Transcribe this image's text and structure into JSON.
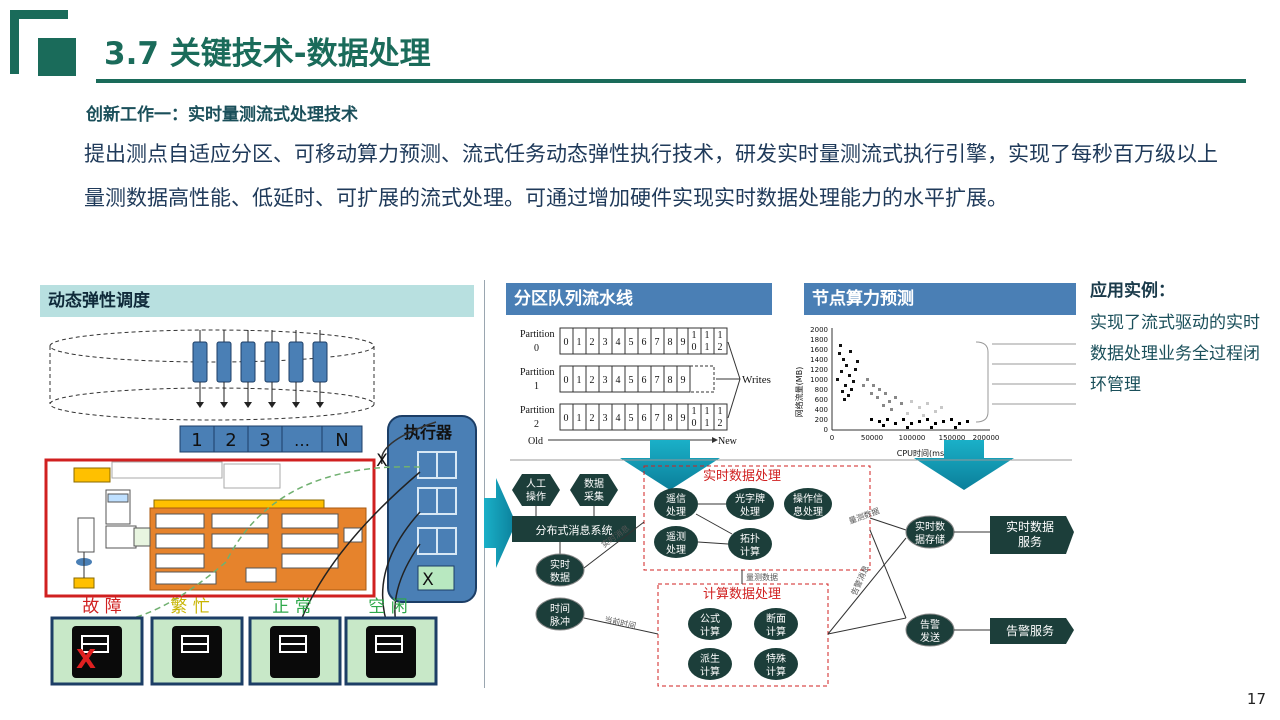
{
  "header": {
    "title": "3.7 关键技术-数据处理",
    "subtitle": "创新工作一：实时量测流式处理技术",
    "paragraph": "提出测点自适应分区、可移动算力预测、流式任务动态弹性执行技术，研发实时量测流式执行引擎，实现了每秒百万级以上量测数据高性能、低延时、可扩展的流式处理。可通过增加硬件实现实时数据处理能力的水平扩展。"
  },
  "panels": {
    "left_title": "动态弹性调度",
    "mid_title": "分区队列流水线",
    "right_title": "节点算力预测"
  },
  "left_diagram": {
    "queue_cells": [
      "1",
      "2",
      "3",
      "…",
      "N"
    ],
    "executor_label": "执行器",
    "executor_x": "X",
    "x_mark": "X",
    "statuses": [
      {
        "label": "故 障",
        "color": "#d02020"
      },
      {
        "label": "繁 忙",
        "color": "#c8b400"
      },
      {
        "label": "正 常",
        "color": "#2ea84a"
      },
      {
        "label": "空 闲",
        "color": "#2ea84a"
      }
    ],
    "server_fail_mark": "X"
  },
  "partition_diagram": {
    "rows": [
      {
        "label": "Partition",
        "index": "0",
        "cells": [
          "0",
          "1",
          "2",
          "3",
          "4",
          "5",
          "6",
          "7",
          "8",
          "9"
        ],
        "tail": [
          [
            "1",
            "0"
          ],
          [
            "1",
            "1"
          ],
          [
            "1",
            "2"
          ]
        ]
      },
      {
        "label": "Partition",
        "index": "1",
        "cells": [
          "0",
          "1",
          "2",
          "3",
          "4",
          "5",
          "6",
          "7",
          "8",
          "9"
        ],
        "tail": []
      },
      {
        "label": "Partition",
        "index": "2",
        "cells": [
          "0",
          "1",
          "2",
          "3",
          "4",
          "5",
          "6",
          "7",
          "8",
          "9"
        ],
        "tail": [
          [
            "1",
            "0"
          ],
          [
            "1",
            "1"
          ],
          [
            "1",
            "2"
          ]
        ]
      }
    ],
    "writes_label": "Writes",
    "old_label": "Old",
    "new_label": "New"
  },
  "scatter_chart": {
    "ylabel": "网络流量(MB)",
    "xlabel": "CPU时间(ms)",
    "yticks": [
      "2000",
      "1800",
      "1600",
      "1400",
      "1200",
      "1000",
      "800",
      "600",
      "400",
      "200",
      "0"
    ],
    "xticks": [
      "0",
      "50000",
      "100000",
      "150000",
      "200000"
    ]
  },
  "flow_diagram": {
    "in_nodes": [
      "人工\n操作",
      "数据\n采集"
    ],
    "bus": "分布式消息系统",
    "realtime_box_title": "实时数据处理",
    "realtime_nodes": [
      "遥信\n处理",
      "光字牌\n处理",
      "操作信\n息处理",
      "遥测\n处理",
      "拓扑\n计算"
    ],
    "calc_box_title": "计算数据处理",
    "calc_nodes": [
      "公式\n计算",
      "断面\n计算",
      "派生\n计算",
      "特殊\n计算"
    ],
    "rt_data": "实时\n数据",
    "time_pulse": "时间\n脉冲",
    "store": "实时数\n据存储",
    "alarm": "告警\n发送",
    "rt_service": "实时数据\n服务",
    "alarm_service": "告警服务",
    "edge_labels": {
      "rt_msg": "实时消息",
      "time_msg": "当前时间",
      "qty": "量测数据",
      "qty2": "量测数据",
      "alarm_msg": "告警消息"
    }
  },
  "application": {
    "title": "应用实例：",
    "body": "实现了流式驱动的实时数据处理业务全过程闭环管理"
  },
  "page_number": "17"
}
